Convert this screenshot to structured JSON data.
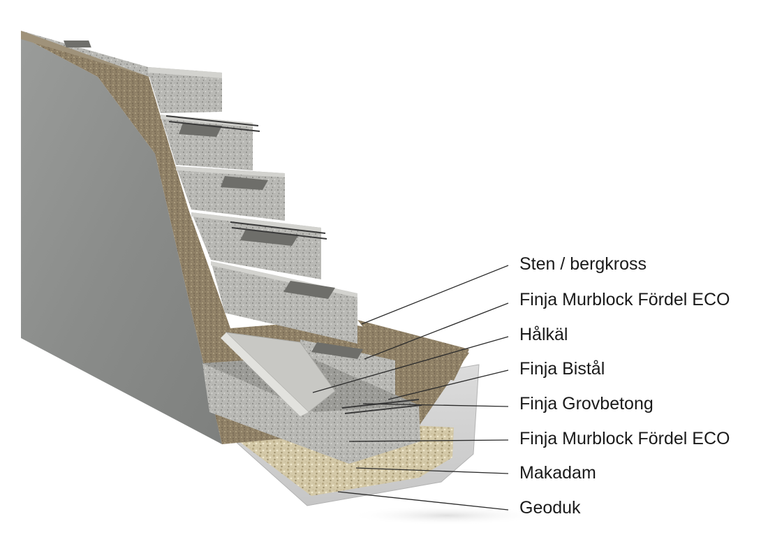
{
  "diagram": {
    "labels": [
      {
        "text": "Sten / bergkross"
      },
      {
        "text": "Finja Murblock Fördel ECO"
      },
      {
        "text": "Hålkäl"
      },
      {
        "text": "Finja Bistål"
      },
      {
        "text": "Finja Grovbetong"
      },
      {
        "text": "Finja Murblock Fördel ECO"
      },
      {
        "text": "Makadam"
      },
      {
        "text": "Geoduk"
      }
    ]
  }
}
